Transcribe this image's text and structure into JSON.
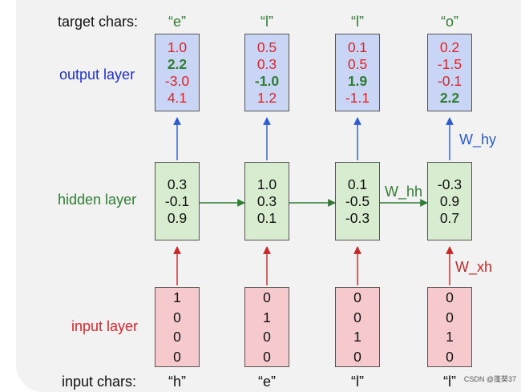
{
  "labels": {
    "target_chars": "target chars:",
    "input_chars": "input chars:",
    "output_layer": "output layer",
    "hidden_layer": "hidden layer",
    "input_layer": "input layer",
    "w_hy": "W_hy",
    "w_hh": "W_hh",
    "w_xh": "W_xh"
  },
  "colors": {
    "output_label": "#1f2fd1",
    "hidden_label": "#2e7d32",
    "input_label": "#e0242a",
    "target_char": "#2e7d32",
    "input_char": "#111111",
    "arrow_up_in": "#c62828",
    "arrow_up_out": "#2d5bd0",
    "arrow_hh": "#2e7d32"
  },
  "columns": [
    {
      "target": "“e”",
      "input": "“h”",
      "output": [
        {
          "v": "1.0",
          "hi": false
        },
        {
          "v": "2.2",
          "hi": true
        },
        {
          "v": "-3.0",
          "hi": false
        },
        {
          "v": "4.1",
          "hi": false
        }
      ],
      "hidden": [
        "0.3",
        "-0.1",
        "0.9"
      ],
      "onehot": [
        "1",
        "0",
        "0",
        "0"
      ]
    },
    {
      "target": "“l”",
      "input": "“e”",
      "output": [
        {
          "v": "0.5",
          "hi": false
        },
        {
          "v": "0.3",
          "hi": false
        },
        {
          "v": "-1.0",
          "hi": true
        },
        {
          "v": "1.2",
          "hi": false
        }
      ],
      "hidden": [
        "1.0",
        "0.3",
        "0.1"
      ],
      "onehot": [
        "0",
        "1",
        "0",
        "0"
      ]
    },
    {
      "target": "“l”",
      "input": "“l”",
      "output": [
        {
          "v": "0.1",
          "hi": false
        },
        {
          "v": "0.5",
          "hi": false
        },
        {
          "v": "1.9",
          "hi": true
        },
        {
          "v": "-1.1",
          "hi": false
        }
      ],
      "hidden": [
        "0.1",
        "-0.5",
        "-0.3"
      ],
      "onehot": [
        "0",
        "0",
        "1",
        "0"
      ]
    },
    {
      "target": "“o”",
      "input": "“l”",
      "output": [
        {
          "v": "0.2",
          "hi": false
        },
        {
          "v": "-1.5",
          "hi": false
        },
        {
          "v": "-0.1",
          "hi": false
        },
        {
          "v": "2.2",
          "hi": true
        }
      ],
      "hidden": [
        "-0.3",
        "0.9",
        "0.7"
      ],
      "onehot": [
        "0",
        "0",
        "1",
        "0"
      ]
    }
  ],
  "watermark": "CSDN @蓬葵37"
}
